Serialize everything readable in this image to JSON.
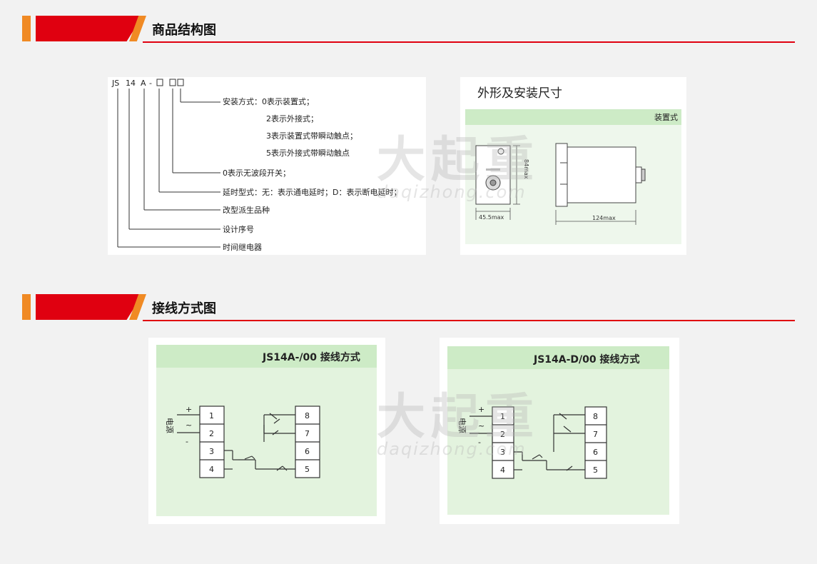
{
  "sections": [
    {
      "title": "商品结构图"
    },
    {
      "title": "接线方式图"
    }
  ],
  "model_code": {
    "parts": [
      "JS",
      "14",
      "A",
      "-",
      "□/□□"
    ],
    "lines": [
      "安装方式：0表示装置式；",
      "2表示外接式；",
      "3表示装置式带瞬动触点；",
      "5表示外接式带瞬动触点",
      "0表示无波段开关；",
      "延时型式：无：表示通电延时；D：表示断电延时；",
      "改型派生品种",
      "设计序号",
      "时间继电器"
    ]
  },
  "dimensions": {
    "title": "外形及安装尺寸",
    "tag": "装置式",
    "width_label": "45.5max",
    "height_label": "84max",
    "depth_label": "124max"
  },
  "wiring": [
    {
      "title": "JS14A-/00 接线方式",
      "power_label": "电源",
      "plus": "+",
      "minus": "-",
      "ac": "~",
      "left_terms": [
        "1",
        "2",
        "3",
        "4"
      ],
      "right_terms": [
        "8",
        "7",
        "6",
        "5"
      ]
    },
    {
      "title": "JS14A-D/00 接线方式",
      "power_label": "电源",
      "plus": "+",
      "minus": "-",
      "ac": "~",
      "left_terms": [
        "1",
        "2",
        "3",
        "4"
      ],
      "right_terms": [
        "8",
        "7",
        "6",
        "5"
      ]
    }
  ],
  "watermark": {
    "brand": "大起重",
    "url": "daqizhong.com"
  }
}
